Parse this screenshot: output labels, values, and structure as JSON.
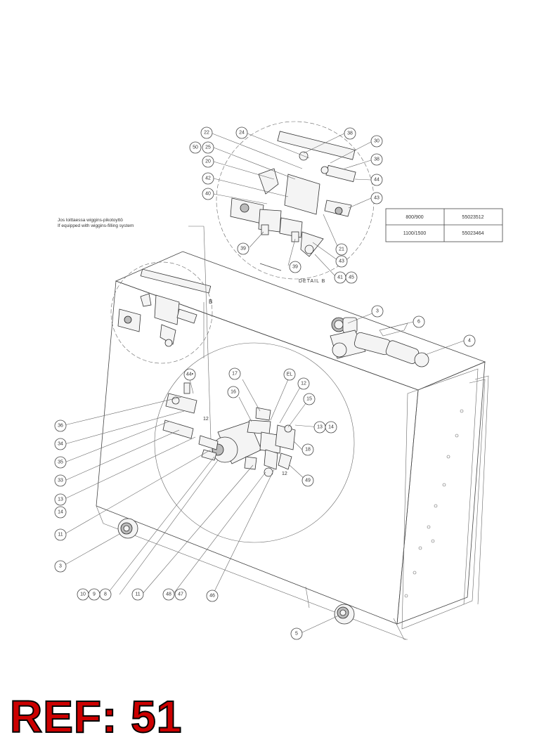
{
  "ref_label": "REF: 51",
  "detail_caption": "DETAIL B",
  "note": {
    "line1": "Jos loittaessa wiggins-pikotoyttö",
    "line2": "If equipped with wiggins-filling system"
  },
  "detail_marker": "B",
  "table": {
    "rows": [
      {
        "model": "800/900",
        "part": "55023512"
      },
      {
        "model": "1100/1500",
        "part": "55023464"
      }
    ]
  },
  "callouts": {
    "c22": "22",
    "c24": "24",
    "c38a": "38",
    "c30": "30",
    "c38b": "38",
    "c50": "50",
    "c25": "25",
    "c20": "20",
    "c44a": "44",
    "c42": "42",
    "c43a": "43",
    "c40": "40",
    "c21": "21",
    "c39a": "39",
    "c39b": "39",
    "c43b": "43",
    "c41": "41",
    "c45": "45",
    "c3a": "3",
    "c6": "6",
    "c4": "4",
    "c44b": "44•",
    "c17": "17",
    "cEL": "EL",
    "c12a": "12",
    "c16": "16",
    "c15": "15",
    "c13a": "13",
    "c14a": "14",
    "c18": "18",
    "c49": "49",
    "c12b": "12",
    "c12c": "12",
    "c36": "36",
    "c34": "34",
    "c35": "35",
    "c33": "33",
    "c13b": "13",
    "c14b": "14",
    "c11a": "11",
    "c3b": "3",
    "c10": "10",
    "c9": "9",
    "c8": "8",
    "c11b": "11",
    "c48": "48",
    "c47": "47",
    "c46": "46",
    "c5": "5"
  }
}
